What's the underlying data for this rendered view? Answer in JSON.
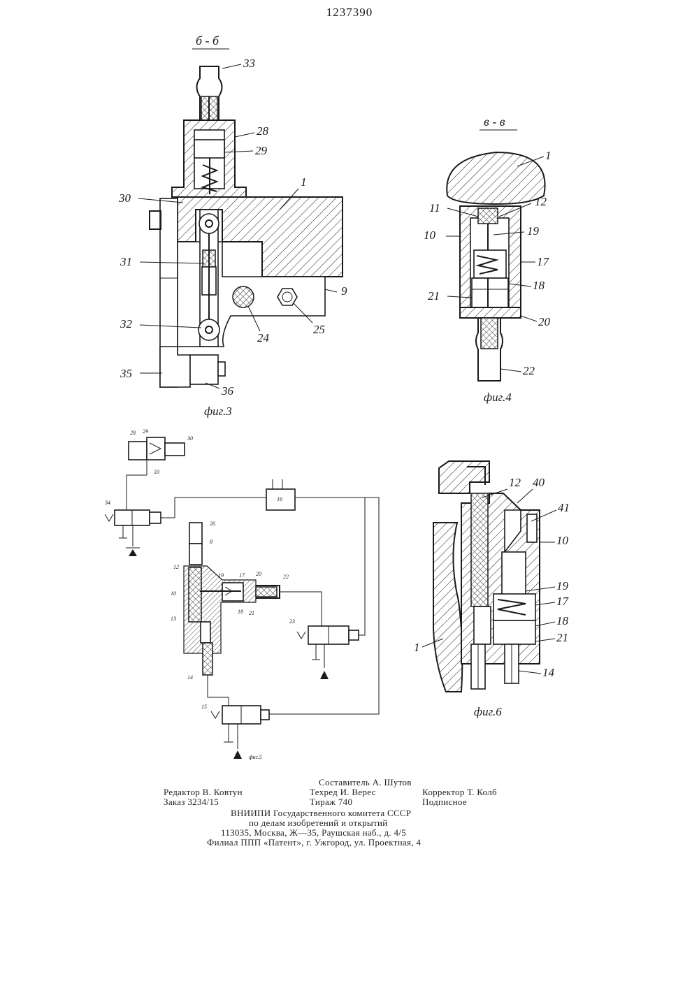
{
  "document": {
    "patent_number": "1237390"
  },
  "figures": {
    "fig3": {
      "section": "б - б",
      "caption": "фиг.3",
      "labels": {
        "l1": "1",
        "l9": "9",
        "l24": "24",
        "l25": "25",
        "l28": "28",
        "l29": "29",
        "l30": "30",
        "l31": "31",
        "l32": "32",
        "l33": "33",
        "l35": "35",
        "l36": "36"
      }
    },
    "fig4": {
      "section": "в - в",
      "caption": "фиг.4",
      "labels": {
        "l1": "1",
        "l10": "10",
        "l11": "11",
        "l12": "12",
        "l17": "17",
        "l18": "18",
        "l19": "19",
        "l20": "20",
        "l21": "21",
        "l22": "22"
      }
    },
    "fig5": {
      "caption": "фиг.5",
      "labels": {
        "l8": "8",
        "l10": "10",
        "l12": "12",
        "l13": "13",
        "l14": "14",
        "l15": "15",
        "l16": "16",
        "l17": "17",
        "l18": "18",
        "l19": "19",
        "l20": "20",
        "l21": "21",
        "l22": "22",
        "l23": "23",
        "l26": "26",
        "l28": "28",
        "l29": "29",
        "l30": "30",
        "l33": "33",
        "l34": "34"
      }
    },
    "fig6": {
      "caption": "фиг.6",
      "labels": {
        "l1": "1",
        "l10": "10",
        "l12": "12",
        "l14": "14",
        "l17": "17",
        "l18": "18",
        "l19": "19",
        "l21": "21",
        "l40": "40",
        "l41": "41"
      }
    }
  },
  "imprint": {
    "compiler": "Составитель А. Шутов",
    "editor": "Редактор В. Ковтун",
    "techred": "Техред И. Верес",
    "corrector": "Корректор Т. Колб",
    "order": "Заказ 3234/15",
    "circulation": "Тираж 740",
    "subscription": "Подписное",
    "org_line1": "ВНИИПИ  Государственного  комитета  СССР",
    "org_line2": "по  делам  изобретений  и  открытий",
    "address": "113035,  Москва,  Ж—35,  Раушская  наб.,  д.  4/5",
    "branch": "Филиал  ППП  «Патент»,  г.  Ужгород,  ул.  Проектная,  4"
  }
}
